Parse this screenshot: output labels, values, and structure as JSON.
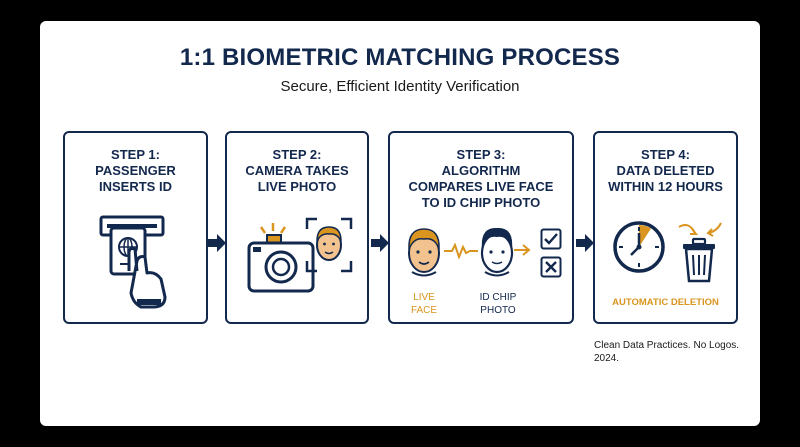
{
  "title": "1:1 BIOMETRIC MATCHING PROCESS",
  "subtitle": "Secure, Efficient Identity Verification",
  "steps": [
    {
      "heading": "STEP 1:",
      "line1": "PASSENGER",
      "line2": "INSERTS ID"
    },
    {
      "heading": "STEP 2:",
      "line1": "CAMERA TAKES",
      "line2": "LIVE PHOTO"
    },
    {
      "heading": "STEP 3:",
      "line1": "ALGORITHM",
      "line2": "COMPARES LIVE FACE",
      "line3": "TO ID CHIP PHOTO",
      "live_face_l1": "LIVE",
      "live_face_l2": "FACE",
      "chip_photo_l1": "ID CHIP",
      "chip_photo_l2": "PHOTO"
    },
    {
      "heading": "STEP 4:",
      "line1": "DATA DELETED",
      "line2": "WITHIN 12 HOURS",
      "deletion_label": "AUTOMATIC DELETION"
    }
  ],
  "footnote": {
    "line1": "Clean Data Practices. No Logos.",
    "line2": "2024."
  },
  "colors": {
    "navy": "#13284d",
    "orange": "#d9951f",
    "skin": "#f2c38f"
  },
  "icons": [
    "id-card-reader-icon",
    "hand-icon",
    "camera-icon",
    "face-scan-icon",
    "live-face-icon",
    "chip-photo-face-icon",
    "check-icon",
    "cross-icon",
    "clock-icon",
    "trash-icon",
    "arrow-right-icon"
  ]
}
